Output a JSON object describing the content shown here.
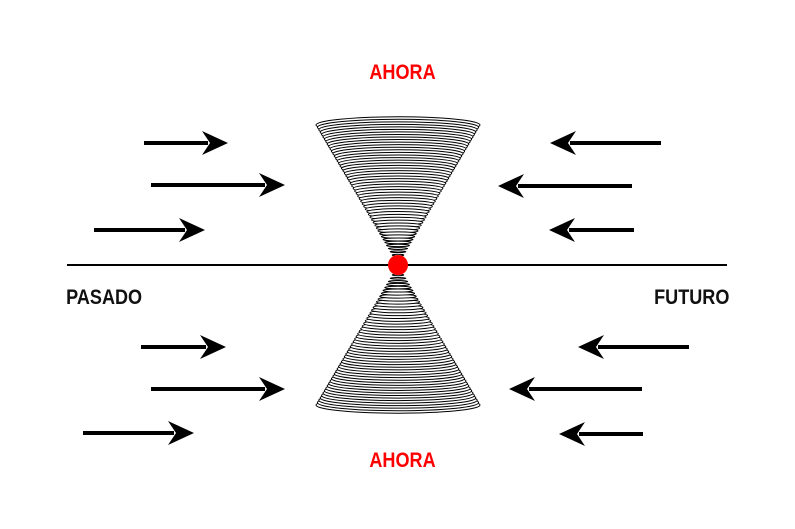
{
  "labels": {
    "now_top": "AHORA",
    "now_bottom": "AHORA",
    "past": "PASADO",
    "future": "FUTURO"
  },
  "colors": {
    "accent": "#ff0000",
    "ink": "#000000"
  }
}
